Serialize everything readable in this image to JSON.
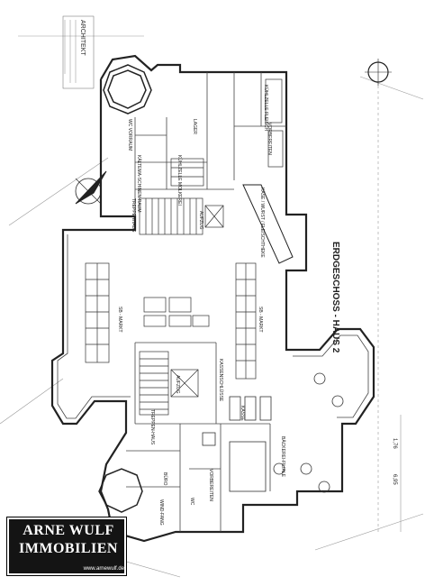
{
  "plan": {
    "title": "ERDGESCHOSS - HAUS 2",
    "rooms": {
      "lager": "LAGER",
      "wc_vorraum": "WC VORRAUM",
      "kaltema_schine_raum": "KÄLTEMA-SCHINEN-RAUM",
      "treppenhaus_top": "TREPPENHAUS",
      "aufzug_top": "AUFZUG",
      "vorbereiten_top": "VORBEREITEN",
      "kuehlzelle_fleisch": "KÜHLZELLE FLEISCH",
      "kuehlzelle_molkerei": "KÜHLZELLE MOLKEREI",
      "kaese_wurst_fleischtheke": "KÄSE / WURST / FLEISCHTHEKE",
      "sb_markt_left": "SB - MARKT",
      "sb_markt_right": "SB - MARKT",
      "kassenschluesse": "KASSENSCHLÜSSE",
      "aufzug_mid": "AUFZUG",
      "treppenhaus_mid": "TREPPEN-HAUS",
      "kasse": "KASSE",
      "baeckerei_filiale": "BÄCKEREI-FILIALE",
      "vorbereiten_bottom": "VORBEREITEN",
      "buero": "BÜRO",
      "windfang": "WIND-FANG",
      "wc_bottom": "WC"
    },
    "dimensions": {
      "d1": "1,76",
      "d2": "6,95"
    },
    "stamp": "ARCHITEKT"
  },
  "logo": {
    "line1": "ARNE WULF",
    "line2": "IMMOBILIEN",
    "url": "www.arnewulf.de"
  }
}
